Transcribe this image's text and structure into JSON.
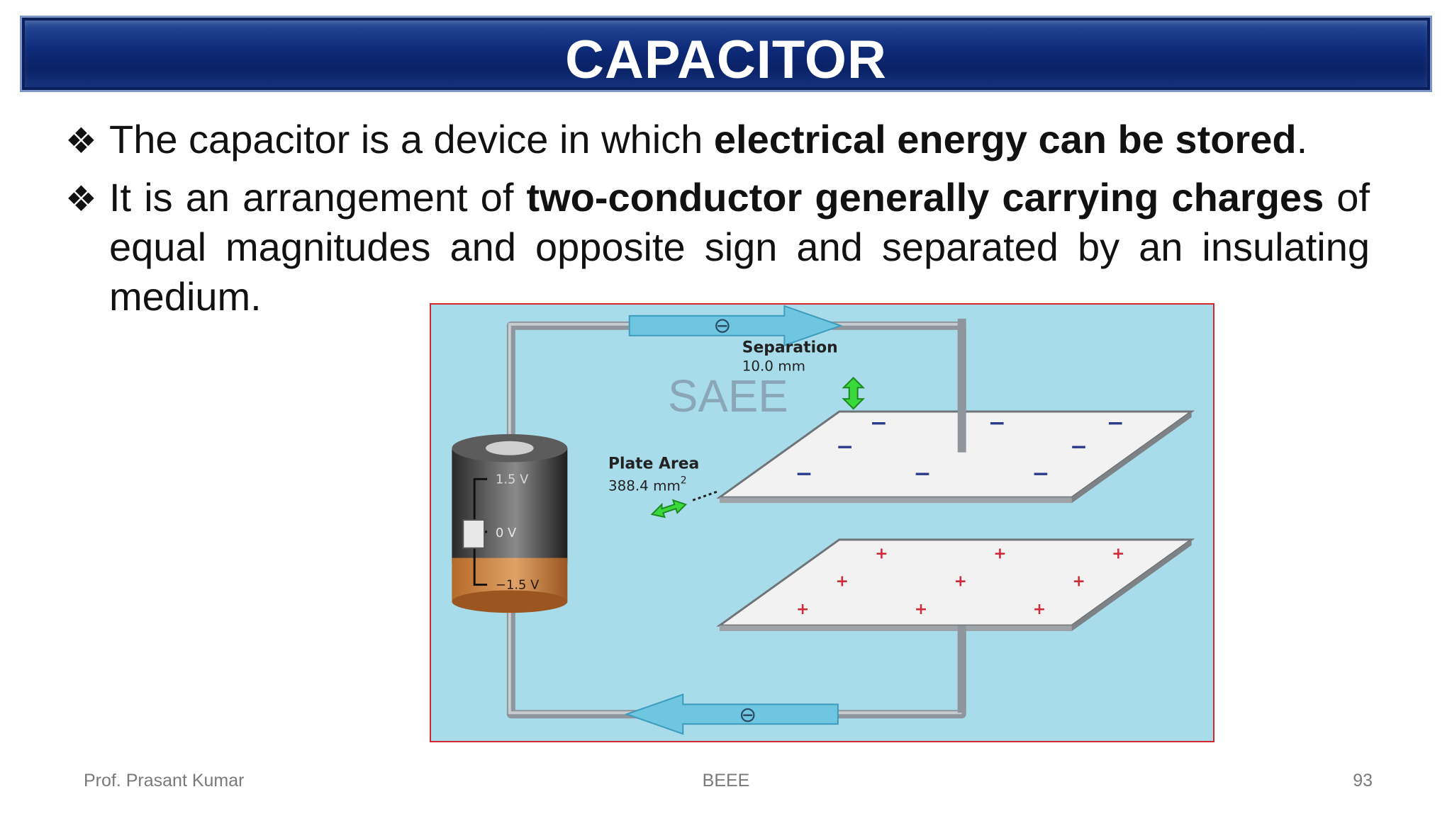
{
  "slide": {
    "title": "CAPACITOR",
    "bullets": [
      {
        "marker": "❖",
        "parts": [
          {
            "text": "The capacitor is a device in which ",
            "bold": false
          },
          {
            "text": "electrical energy can be stored",
            "bold": true
          },
          {
            "text": ".",
            "bold": false
          }
        ]
      },
      {
        "marker": "❖",
        "parts": [
          {
            "text": "It is an arrangement of ",
            "bold": false
          },
          {
            "text": "two-conductor generally carrying charges",
            "bold": true
          },
          {
            "text": " of equal magnitudes and opposite sign and separated by an insulating medium.",
            "bold": false
          }
        ]
      }
    ]
  },
  "figure": {
    "watermark": "SAEE",
    "separation_label": "Separation",
    "separation_value": "10.0 mm",
    "plate_area_label": "Plate Area",
    "plate_area_value": "388.4 mm",
    "plate_area_unit_sup": "2",
    "battery_top_label": "1.5 V",
    "battery_mid_label": "0 V",
    "battery_bottom_label": "−1.5 V",
    "electron_symbol": "⊖",
    "negative_charge": "−",
    "positive_charge": "+",
    "colors": {
      "background": "#a8dcea",
      "wire": "#9aa0a6",
      "arrow": "#6fc6e0",
      "plate": "#f2f2f2",
      "neg_charge": "#2b3a8c",
      "pos_charge": "#d12a3a",
      "measure_arrow": "#39d83b"
    }
  },
  "footer": {
    "author": "Prof. Prasant Kumar",
    "course": "BEEE",
    "page": "93"
  }
}
